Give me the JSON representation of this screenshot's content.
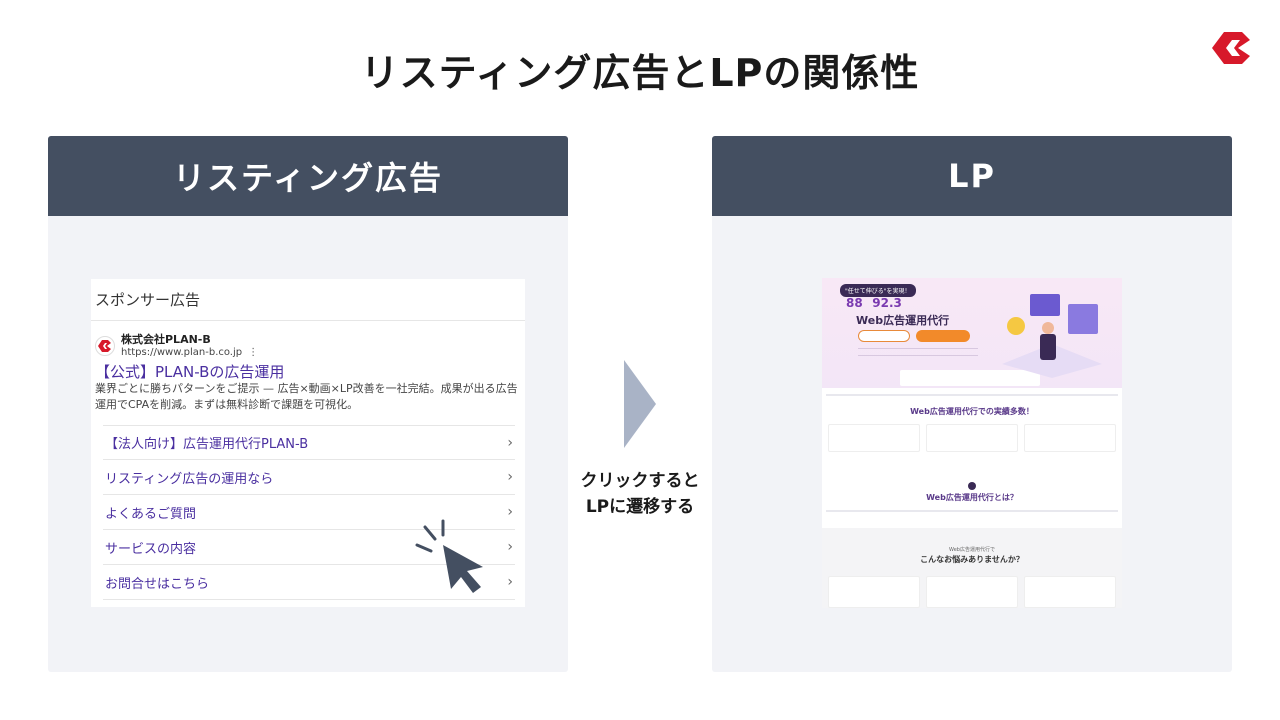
{
  "slide": {
    "title": "リスティング広告とLPの関係性"
  },
  "left_panel": {
    "header": "リスティング広告",
    "ad": {
      "sponsor_label": "スポンサー広告",
      "company": "株式会社PLAN-B",
      "url": "https://www.plan-b.co.jp",
      "menu_glyph": "⋮",
      "title": "【公式】PLAN-Bの広告運用",
      "description": "業界ごとに勝ちパターンをご提示 — 広告×動画×LP改善を一社完結。成果が出る広告運用でCPAを削減。まずは無料診断で課題を可視化。",
      "sitelinks": [
        {
          "label": "【法人向け】広告運用代行PLAN-B",
          "chevron": "›"
        },
        {
          "label": "リスティング広告の運用なら",
          "chevron": "›"
        },
        {
          "label": "よくあるご質問",
          "chevron": "›"
        },
        {
          "label": "サービスの内容",
          "chevron": "›"
        },
        {
          "label": "お問合せはこちら",
          "chevron": "›"
        }
      ]
    }
  },
  "middle": {
    "caption_line1": "クリックすると",
    "caption_line2": "LPに遷移する"
  },
  "right_panel": {
    "header": "LP",
    "lp": {
      "badge": "\"任せて伸びる\"を実現！",
      "stat1": "88",
      "stat2": "92.3",
      "hero_title": "Web広告運用代行",
      "section1_title": "Web広告運用代行での実績多数！",
      "section2_title": "Web広告運用代行とは？",
      "section3_sub": "Web広告運用代行で",
      "section3_title": "こんなお悩みありませんか？"
    }
  },
  "colors": {
    "header_bg": "#444f61",
    "panel_bg": "#f2f3f7",
    "link": "#4a2fa0",
    "brand_red": "#d7192a",
    "arrow": "#a9b3c6"
  }
}
